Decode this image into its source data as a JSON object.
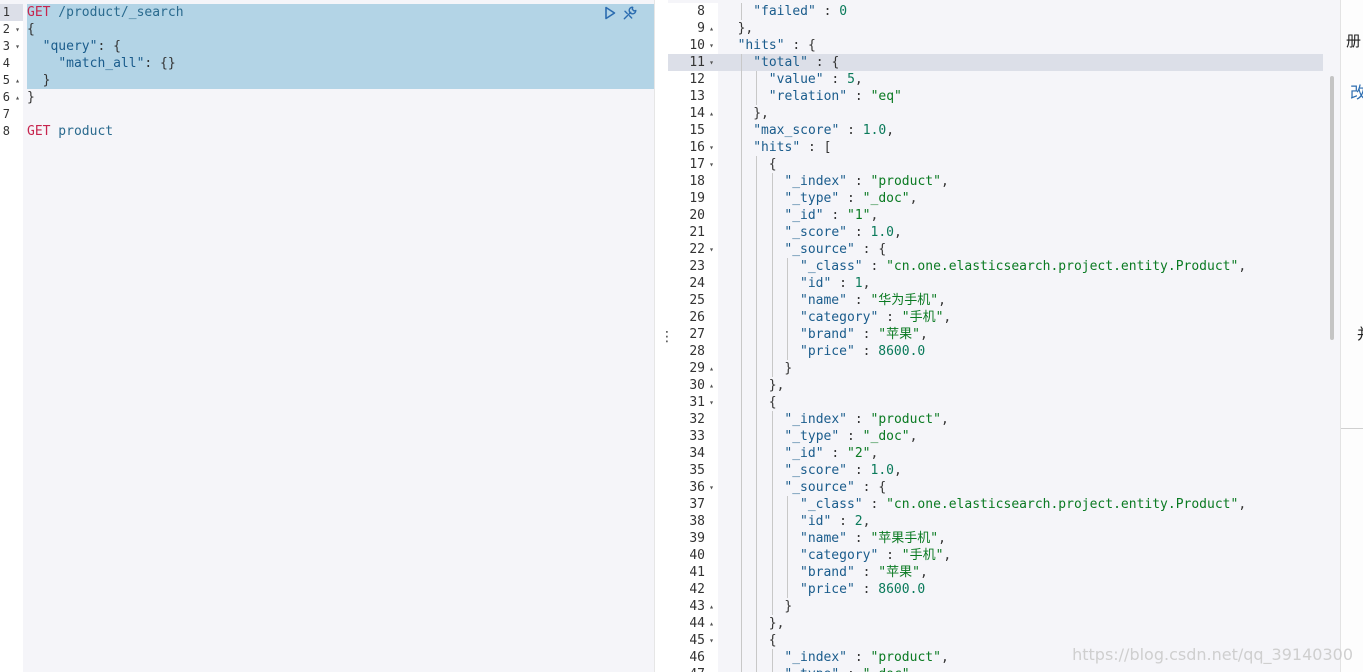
{
  "request_editor": {
    "lines": [
      {
        "n": "1",
        "fold": "",
        "segments": [
          {
            "t": "GET",
            "c": "kw-get"
          },
          {
            "t": " /product/_search",
            "c": "url"
          }
        ]
      },
      {
        "n": "2",
        "fold": "▾",
        "segments": [
          {
            "t": "{",
            "c": "punc"
          }
        ]
      },
      {
        "n": "3",
        "fold": "▾",
        "segments": [
          {
            "t": "  ",
            "c": "punc"
          },
          {
            "t": "\"query\"",
            "c": "str-key"
          },
          {
            "t": ": {",
            "c": "punc"
          }
        ]
      },
      {
        "n": "4",
        "fold": "",
        "segments": [
          {
            "t": "    ",
            "c": "punc"
          },
          {
            "t": "\"match_all\"",
            "c": "str-key"
          },
          {
            "t": ": {}",
            "c": "punc"
          }
        ]
      },
      {
        "n": "5",
        "fold": "▴",
        "segments": [
          {
            "t": "  }",
            "c": "punc"
          }
        ]
      },
      {
        "n": "6",
        "fold": "▴",
        "segments": [
          {
            "t": "}",
            "c": "punc"
          }
        ]
      },
      {
        "n": "7",
        "fold": "",
        "segments": []
      },
      {
        "n": "8",
        "fold": "",
        "segments": [
          {
            "t": "GET",
            "c": "kw-get"
          },
          {
            "t": " product",
            "c": "word"
          }
        ]
      }
    ],
    "actions": {
      "run_icon": "play-icon",
      "settings_icon": "wrench-icon"
    }
  },
  "response_viewer": {
    "lines": [
      {
        "n": "8",
        "fold": "",
        "indent": 2,
        "segments": [
          {
            "t": "\"failed\"",
            "c": "str-key"
          },
          {
            "t": " : ",
            "c": "punc"
          },
          {
            "t": "0",
            "c": "num-lit"
          }
        ]
      },
      {
        "n": "9",
        "fold": "▴",
        "indent": 1,
        "segments": [
          {
            "t": "},",
            "c": "punc"
          }
        ]
      },
      {
        "n": "10",
        "fold": "▾",
        "indent": 1,
        "segments": [
          {
            "t": "\"hits\"",
            "c": "str-key"
          },
          {
            "t": " : {",
            "c": "punc"
          }
        ]
      },
      {
        "n": "11",
        "fold": "▾",
        "indent": 2,
        "active": true,
        "segments": [
          {
            "t": "\"total\"",
            "c": "str-key"
          },
          {
            "t": " : {",
            "c": "punc"
          }
        ]
      },
      {
        "n": "12",
        "fold": "",
        "indent": 3,
        "segments": [
          {
            "t": "\"value\"",
            "c": "str-key"
          },
          {
            "t": " : ",
            "c": "punc"
          },
          {
            "t": "5",
            "c": "num-lit"
          },
          {
            "t": ",",
            "c": "punc"
          }
        ]
      },
      {
        "n": "13",
        "fold": "",
        "indent": 3,
        "segments": [
          {
            "t": "\"relation\"",
            "c": "str-key"
          },
          {
            "t": " : ",
            "c": "punc"
          },
          {
            "t": "\"eq\"",
            "c": "str-val"
          }
        ]
      },
      {
        "n": "14",
        "fold": "▴",
        "indent": 2,
        "segments": [
          {
            "t": "},",
            "c": "punc"
          }
        ]
      },
      {
        "n": "15",
        "fold": "",
        "indent": 2,
        "segments": [
          {
            "t": "\"max_score\"",
            "c": "str-key"
          },
          {
            "t": " : ",
            "c": "punc"
          },
          {
            "t": "1.0",
            "c": "num-lit"
          },
          {
            "t": ",",
            "c": "punc"
          }
        ]
      },
      {
        "n": "16",
        "fold": "▾",
        "indent": 2,
        "segments": [
          {
            "t": "\"hits\"",
            "c": "str-key"
          },
          {
            "t": " : [",
            "c": "punc"
          }
        ]
      },
      {
        "n": "17",
        "fold": "▾",
        "indent": 3,
        "segments": [
          {
            "t": "{",
            "c": "punc"
          }
        ]
      },
      {
        "n": "18",
        "fold": "",
        "indent": 4,
        "segments": [
          {
            "t": "\"_index\"",
            "c": "str-key"
          },
          {
            "t": " : ",
            "c": "punc"
          },
          {
            "t": "\"product\"",
            "c": "str-val"
          },
          {
            "t": ",",
            "c": "punc"
          }
        ]
      },
      {
        "n": "19",
        "fold": "",
        "indent": 4,
        "segments": [
          {
            "t": "\"_type\"",
            "c": "str-key"
          },
          {
            "t": " : ",
            "c": "punc"
          },
          {
            "t": "\"_doc\"",
            "c": "str-val"
          },
          {
            "t": ",",
            "c": "punc"
          }
        ]
      },
      {
        "n": "20",
        "fold": "",
        "indent": 4,
        "segments": [
          {
            "t": "\"_id\"",
            "c": "str-key"
          },
          {
            "t": " : ",
            "c": "punc"
          },
          {
            "t": "\"1\"",
            "c": "str-val"
          },
          {
            "t": ",",
            "c": "punc"
          }
        ]
      },
      {
        "n": "21",
        "fold": "",
        "indent": 4,
        "segments": [
          {
            "t": "\"_score\"",
            "c": "str-key"
          },
          {
            "t": " : ",
            "c": "punc"
          },
          {
            "t": "1.0",
            "c": "num-lit"
          },
          {
            "t": ",",
            "c": "punc"
          }
        ]
      },
      {
        "n": "22",
        "fold": "▾",
        "indent": 4,
        "segments": [
          {
            "t": "\"_source\"",
            "c": "str-key"
          },
          {
            "t": " : {",
            "c": "punc"
          }
        ]
      },
      {
        "n": "23",
        "fold": "",
        "indent": 5,
        "segments": [
          {
            "t": "\"_class\"",
            "c": "str-key"
          },
          {
            "t": " : ",
            "c": "punc"
          },
          {
            "t": "\"cn.one.elasticsearch.project.entity.Product\"",
            "c": "str-val"
          },
          {
            "t": ",",
            "c": "punc"
          }
        ]
      },
      {
        "n": "24",
        "fold": "",
        "indent": 5,
        "segments": [
          {
            "t": "\"id\"",
            "c": "str-key"
          },
          {
            "t": " : ",
            "c": "punc"
          },
          {
            "t": "1",
            "c": "num-lit"
          },
          {
            "t": ",",
            "c": "punc"
          }
        ]
      },
      {
        "n": "25",
        "fold": "",
        "indent": 5,
        "segments": [
          {
            "t": "\"name\"",
            "c": "str-key"
          },
          {
            "t": " : ",
            "c": "punc"
          },
          {
            "t": "\"华为手机\"",
            "c": "str-val"
          },
          {
            "t": ",",
            "c": "punc"
          }
        ]
      },
      {
        "n": "26",
        "fold": "",
        "indent": 5,
        "segments": [
          {
            "t": "\"category\"",
            "c": "str-key"
          },
          {
            "t": " : ",
            "c": "punc"
          },
          {
            "t": "\"手机\"",
            "c": "str-val"
          },
          {
            "t": ",",
            "c": "punc"
          }
        ]
      },
      {
        "n": "27",
        "fold": "",
        "indent": 5,
        "segments": [
          {
            "t": "\"brand\"",
            "c": "str-key"
          },
          {
            "t": " : ",
            "c": "punc"
          },
          {
            "t": "\"苹果\"",
            "c": "str-val"
          },
          {
            "t": ",",
            "c": "punc"
          }
        ]
      },
      {
        "n": "28",
        "fold": "",
        "indent": 5,
        "segments": [
          {
            "t": "\"price\"",
            "c": "str-key"
          },
          {
            "t": " : ",
            "c": "punc"
          },
          {
            "t": "8600.0",
            "c": "num-lit"
          }
        ]
      },
      {
        "n": "29",
        "fold": "▴",
        "indent": 4,
        "segments": [
          {
            "t": "}",
            "c": "punc"
          }
        ]
      },
      {
        "n": "30",
        "fold": "▴",
        "indent": 3,
        "segments": [
          {
            "t": "},",
            "c": "punc"
          }
        ]
      },
      {
        "n": "31",
        "fold": "▾",
        "indent": 3,
        "segments": [
          {
            "t": "{",
            "c": "punc"
          }
        ]
      },
      {
        "n": "32",
        "fold": "",
        "indent": 4,
        "segments": [
          {
            "t": "\"_index\"",
            "c": "str-key"
          },
          {
            "t": " : ",
            "c": "punc"
          },
          {
            "t": "\"product\"",
            "c": "str-val"
          },
          {
            "t": ",",
            "c": "punc"
          }
        ]
      },
      {
        "n": "33",
        "fold": "",
        "indent": 4,
        "segments": [
          {
            "t": "\"_type\"",
            "c": "str-key"
          },
          {
            "t": " : ",
            "c": "punc"
          },
          {
            "t": "\"_doc\"",
            "c": "str-val"
          },
          {
            "t": ",",
            "c": "punc"
          }
        ]
      },
      {
        "n": "34",
        "fold": "",
        "indent": 4,
        "segments": [
          {
            "t": "\"_id\"",
            "c": "str-key"
          },
          {
            "t": " : ",
            "c": "punc"
          },
          {
            "t": "\"2\"",
            "c": "str-val"
          },
          {
            "t": ",",
            "c": "punc"
          }
        ]
      },
      {
        "n": "35",
        "fold": "",
        "indent": 4,
        "segments": [
          {
            "t": "\"_score\"",
            "c": "str-key"
          },
          {
            "t": " : ",
            "c": "punc"
          },
          {
            "t": "1.0",
            "c": "num-lit"
          },
          {
            "t": ",",
            "c": "punc"
          }
        ]
      },
      {
        "n": "36",
        "fold": "▾",
        "indent": 4,
        "segments": [
          {
            "t": "\"_source\"",
            "c": "str-key"
          },
          {
            "t": " : {",
            "c": "punc"
          }
        ]
      },
      {
        "n": "37",
        "fold": "",
        "indent": 5,
        "segments": [
          {
            "t": "\"_class\"",
            "c": "str-key"
          },
          {
            "t": " : ",
            "c": "punc"
          },
          {
            "t": "\"cn.one.elasticsearch.project.entity.Product\"",
            "c": "str-val"
          },
          {
            "t": ",",
            "c": "punc"
          }
        ]
      },
      {
        "n": "38",
        "fold": "",
        "indent": 5,
        "segments": [
          {
            "t": "\"id\"",
            "c": "str-key"
          },
          {
            "t": " : ",
            "c": "punc"
          },
          {
            "t": "2",
            "c": "num-lit"
          },
          {
            "t": ",",
            "c": "punc"
          }
        ]
      },
      {
        "n": "39",
        "fold": "",
        "indent": 5,
        "segments": [
          {
            "t": "\"name\"",
            "c": "str-key"
          },
          {
            "t": " : ",
            "c": "punc"
          },
          {
            "t": "\"苹果手机\"",
            "c": "str-val"
          },
          {
            "t": ",",
            "c": "punc"
          }
        ]
      },
      {
        "n": "40",
        "fold": "",
        "indent": 5,
        "segments": [
          {
            "t": "\"category\"",
            "c": "str-key"
          },
          {
            "t": " : ",
            "c": "punc"
          },
          {
            "t": "\"手机\"",
            "c": "str-val"
          },
          {
            "t": ",",
            "c": "punc"
          }
        ]
      },
      {
        "n": "41",
        "fold": "",
        "indent": 5,
        "segments": [
          {
            "t": "\"brand\"",
            "c": "str-key"
          },
          {
            "t": " : ",
            "c": "punc"
          },
          {
            "t": "\"苹果\"",
            "c": "str-val"
          },
          {
            "t": ",",
            "c": "punc"
          }
        ]
      },
      {
        "n": "42",
        "fold": "",
        "indent": 5,
        "segments": [
          {
            "t": "\"price\"",
            "c": "str-key"
          },
          {
            "t": " : ",
            "c": "punc"
          },
          {
            "t": "8600.0",
            "c": "num-lit"
          }
        ]
      },
      {
        "n": "43",
        "fold": "▴",
        "indent": 4,
        "segments": [
          {
            "t": "}",
            "c": "punc"
          }
        ]
      },
      {
        "n": "44",
        "fold": "▴",
        "indent": 3,
        "segments": [
          {
            "t": "},",
            "c": "punc"
          }
        ]
      },
      {
        "n": "45",
        "fold": "▾",
        "indent": 3,
        "segments": [
          {
            "t": "{",
            "c": "punc"
          }
        ]
      },
      {
        "n": "46",
        "fold": "",
        "indent": 4,
        "segments": [
          {
            "t": "\"_index\"",
            "c": "str-key"
          },
          {
            "t": " : ",
            "c": "punc"
          },
          {
            "t": "\"product\"",
            "c": "str-val"
          },
          {
            "t": ",",
            "c": "punc"
          }
        ]
      },
      {
        "n": "47",
        "fold": "",
        "indent": 4,
        "segments": [
          {
            "t": "\"_type\"",
            "c": "str-key"
          },
          {
            "t": " : ",
            "c": "punc"
          },
          {
            "t": "\"_doc\"",
            "c": "str-val"
          },
          {
            "t": ",",
            "c": "punc"
          }
        ]
      }
    ]
  },
  "splitter": {
    "handle_glyph": "⋮"
  },
  "page_edge": {
    "fragment_1": "册",
    "fragment_2": "改",
    "fragment_3": "并"
  },
  "watermark": "https://blog.csdn.net/qq_39140300",
  "colors": {
    "selection": "#b3d4e6",
    "editor_bg": "#f5f5f9",
    "active_line": "#dcdfe8",
    "keyword_get": "#c7254e",
    "json_key": "#1a5c8c",
    "json_string": "#0a7a22",
    "json_number": "#0a7a5a"
  }
}
